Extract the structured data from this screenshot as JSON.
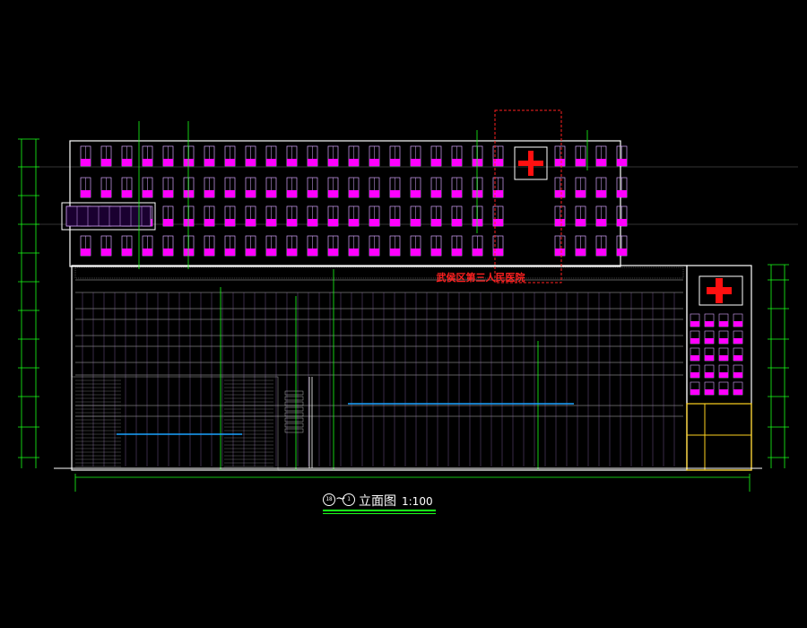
{
  "drawing": {
    "title": "立面图",
    "scale": "1:100",
    "axis_start": "18",
    "axis_end": "1",
    "axis_separator": "~"
  },
  "signage": {
    "hospital_name": "武侯区第三人民医院"
  },
  "colors": {
    "background": "#000000",
    "outline": "#ffffff",
    "dimension": "#19ff19",
    "window_frame": "#d9a6ff",
    "window_glass": "#ff00ff",
    "cross": "#ff1010",
    "sign_text": "#ff2020",
    "accent_yellow": "#ffd21f",
    "water_line": "#1aa3ff"
  },
  "icons": [
    "red-cross-icon"
  ]
}
